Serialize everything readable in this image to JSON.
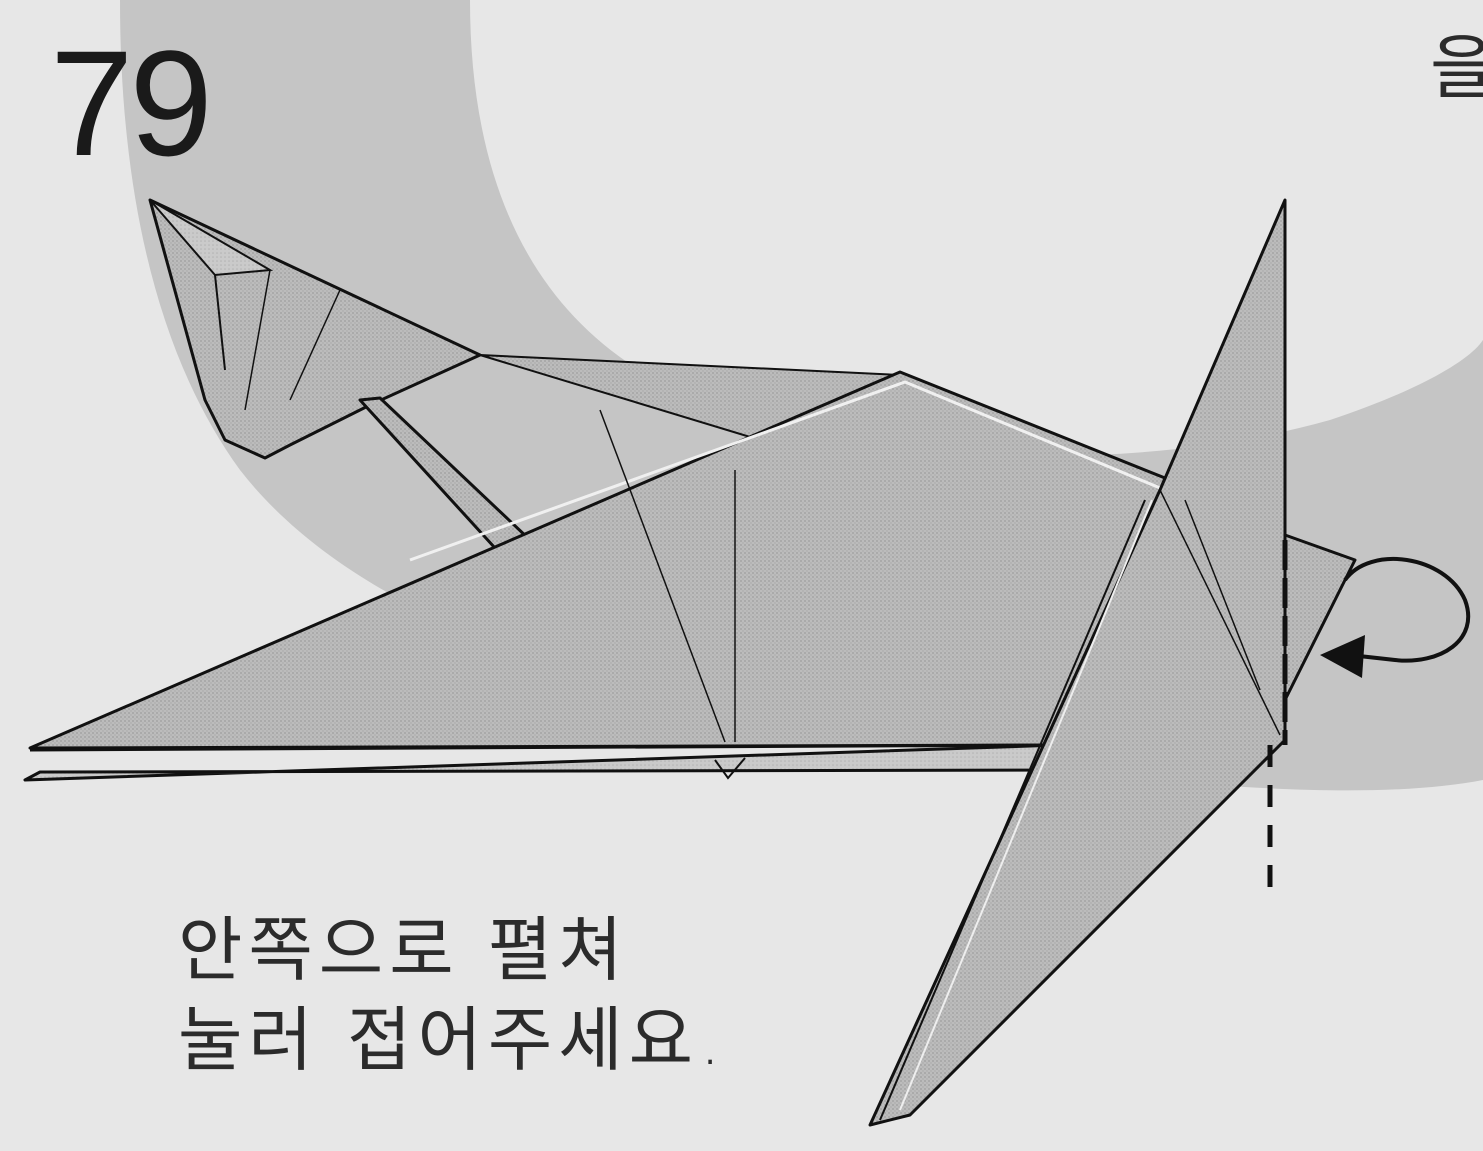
{
  "step": {
    "number": "79"
  },
  "instruction": {
    "line1": "안쪽으로 펼쳐",
    "line2": "눌러 접어주세요."
  },
  "corner_fragment": "을",
  "colors": {
    "background": "#e7e7e7",
    "band": "#c4c4c4",
    "paper": "#b9b9b9",
    "paper_light": "#c9c9c9",
    "line": "#1a1a1a"
  },
  "icons": {
    "fold_arrow": "curved-arrow-icon",
    "fold_line": "dashed-line-icon"
  }
}
